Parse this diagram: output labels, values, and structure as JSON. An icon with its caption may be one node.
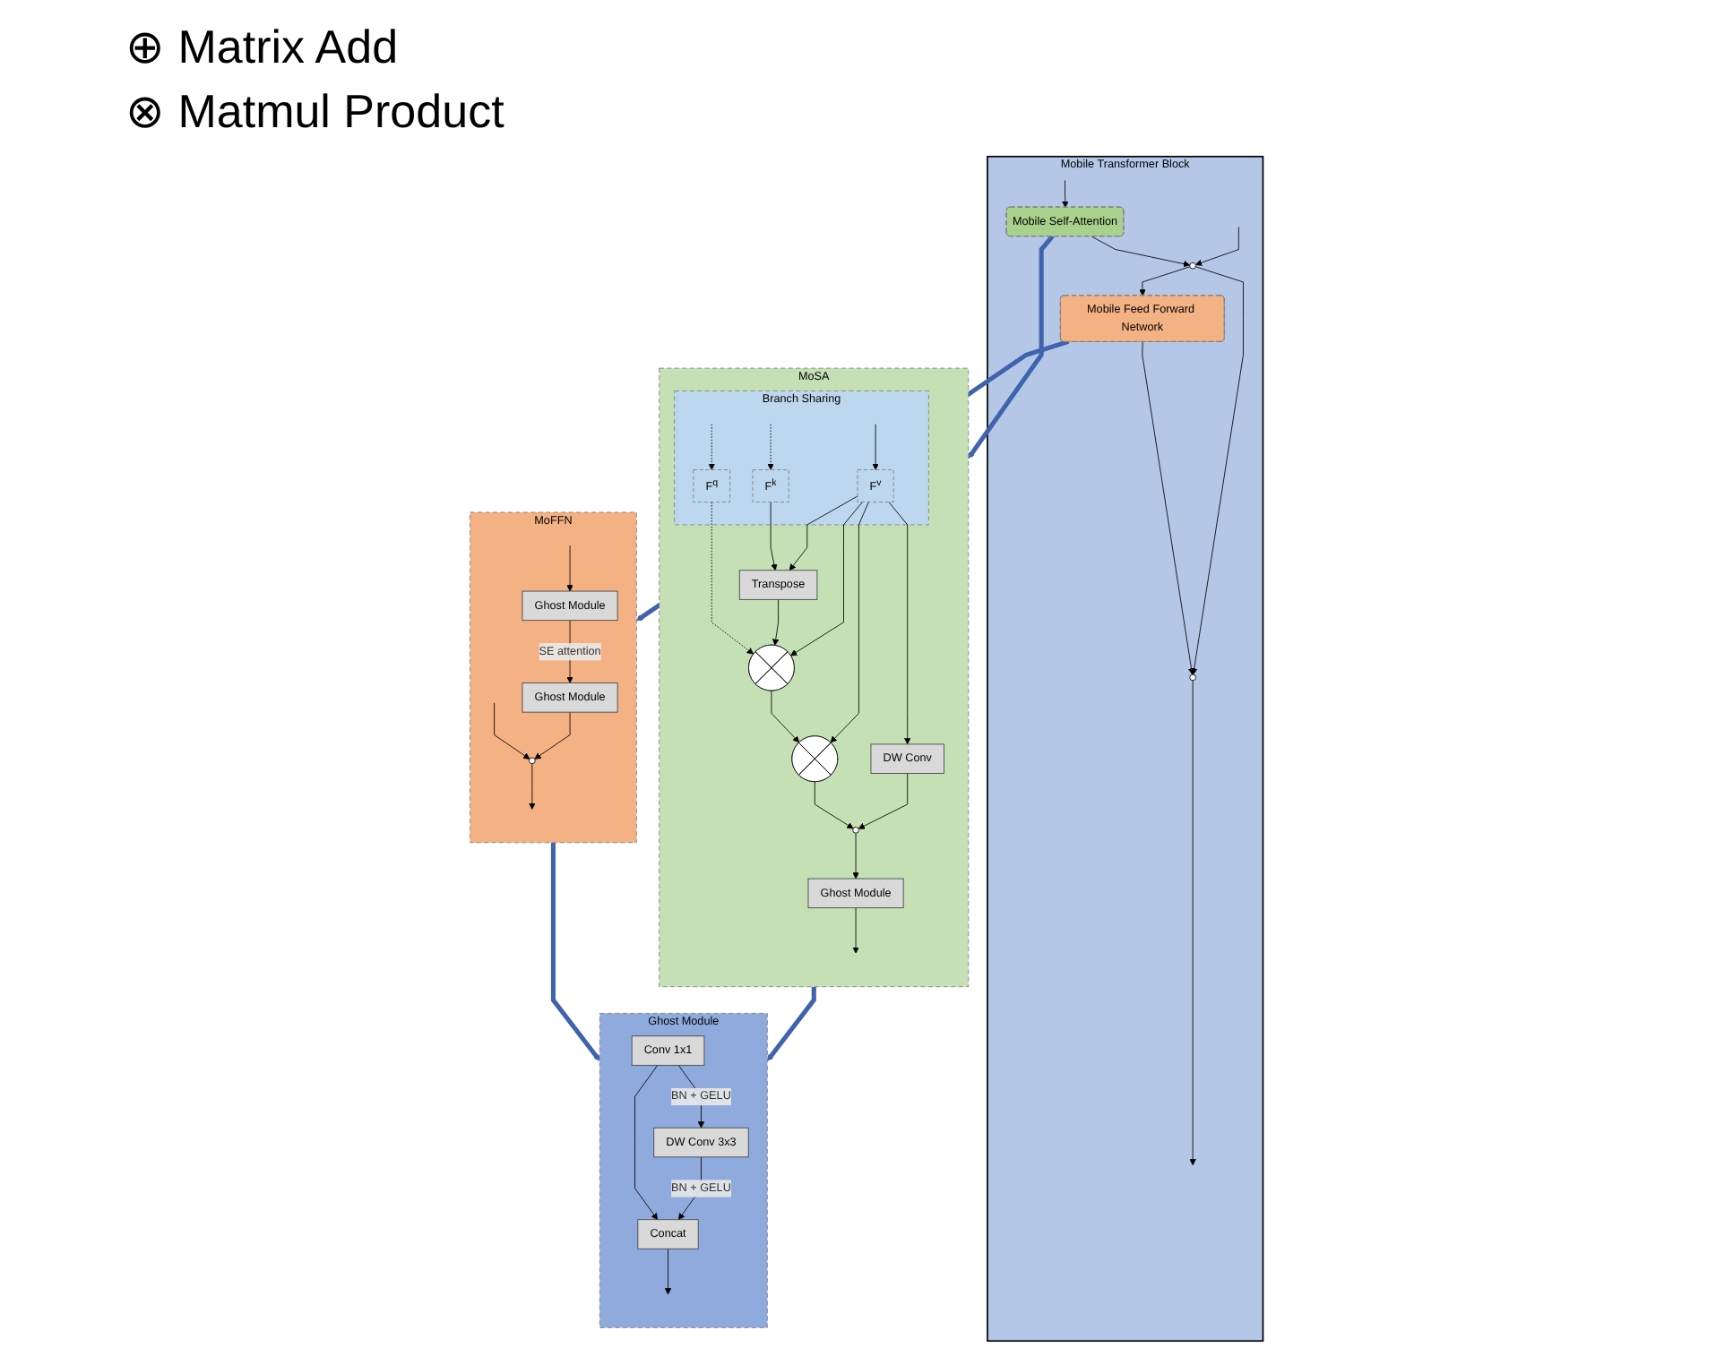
{
  "diagram": {
    "nodes": [
      {
        "text": [
          "Mobile Transformer Block"
        ]
      },
      {
        "text": [
          "Mobile Self-Attention"
        ],
        "in": 0
      },
      {
        "text": [],
        "shape": "circle",
        "in": 0
      },
      {
        "text": [
          "Mobile Feed Forward Network"
        ],
        "in": 0
      },
      {
        "text": [],
        "shape": "circle",
        "in": 0
      },
      {
        "text": [
          "MoSA"
        ]
      },
      {
        "text": [
          "Branch Sharing"
        ],
        "in": 5
      },
      {
        "text": [
          "F$^{q}$"
        ],
        "in": 6
      },
      {
        "text": [
          "F$^{k}$"
        ],
        "in": 6
      },
      {
        "text": [
          "F$^{v}$"
        ],
        "in": 6
      },
      {
        "text": [
          "Transpose"
        ],
        "in": 5
      },
      {
        "text": [],
        "shape": "circle",
        "in": 5
      },
      {
        "text": [],
        "shape": "circle",
        "in": 5
      },
      {
        "text": [
          "DW Conv"
        ],
        "in": 5
      },
      {
        "text": [],
        "shape": "circle",
        "in": 5
      },
      {
        "text": [
          "Ghost Module"
        ],
        "in": 5
      },
      {
        "text": [
          "MoFFN"
        ]
      },
      {
        "text": [
          "Ghost Module"
        ],
        "in": 16
      },
      {
        "text": [
          "Ghost Module"
        ],
        "in": 16
      },
      {
        "text": [],
        "shape": "circle",
        "in": 16
      },
      {
        "text": [
          "Ghost Module"
        ]
      },
      {
        "text": [
          "Conv 1x1"
        ],
        "in": 20
      },
      {
        "text": [
          "DW Conv 3x3"
        ],
        "in": 20
      },
      {
        "text": [
          "Concat"
        ],
        "in": 20
      }
    ],
    "edges": [
      {
        "from": null,
        "to": 1,
        "arrow": "to"
      },
      {
        "from": null,
        "to": 2,
        "arrow": "to"
      },
      {
        "from": 1,
        "to": 2,
        "arrow": "to"
      },
      {
        "from": 2,
        "to": 3,
        "arrow": "to"
      },
      {
        "from": 2,
        "to": 4,
        "arrow": "to"
      },
      {
        "from": 3,
        "to": 4,
        "arrow": "to"
      },
      {
        "from": 4,
        "to": null,
        "arrow": "to"
      },
      {
        "from": 1,
        "to": 5,
        "arrow": "to",
        "style": "thick",
        "color": "#3f63ad"
      },
      {
        "from": 3,
        "to": 16,
        "arrow": "to",
        "style": "thick",
        "color": "#3f63ad"
      },
      {
        "from": 5,
        "to": 20,
        "arrow": "to",
        "style": "thick",
        "color": "#3f63ad"
      },
      {
        "from": 16,
        "to": 20,
        "arrow": "to",
        "style": "thick",
        "color": "#3f63ad"
      },
      {
        "from": null,
        "to": 7,
        "arrow": "to",
        "style": "dashed"
      },
      {
        "from": null,
        "to": 8,
        "arrow": "to",
        "style": "dashed"
      },
      {
        "from": null,
        "to": 9,
        "arrow": "to"
      },
      {
        "from": 7,
        "to": 11,
        "arrow": "to",
        "style": "dashed"
      },
      {
        "from": 8,
        "to": 10,
        "arrow": "to"
      },
      {
        "from": 9,
        "to": 10,
        "arrow": "to"
      },
      {
        "from": 9,
        "to": 11,
        "arrow": "to"
      },
      {
        "from": 9,
        "to": 12,
        "arrow": "to"
      },
      {
        "from": 9,
        "to": 13,
        "arrow": "to"
      },
      {
        "from": 10,
        "to": 11,
        "arrow": "to"
      },
      {
        "from": 11,
        "to": 12,
        "arrow": "to"
      },
      {
        "from": 12,
        "to": 14,
        "arrow": "to"
      },
      {
        "from": 13,
        "to": 14,
        "arrow": "to"
      },
      {
        "from": 14,
        "to": 15,
        "arrow": "to"
      },
      {
        "from": 15,
        "to": null,
        "arrow": "to"
      },
      {
        "from": null,
        "to": 17,
        "arrow": "to"
      },
      {
        "from": null,
        "to": 19,
        "arrow": "to"
      },
      {
        "from": 17,
        "to": 18,
        "label": "SE attention",
        "arrow": "to"
      },
      {
        "from": 18,
        "to": 19,
        "arrow": "to"
      },
      {
        "from": 19,
        "to": null,
        "arrow": "to"
      },
      {
        "from": 21,
        "to": 22,
        "label": "BN + GELU",
        "arrow": "to"
      },
      {
        "from": 21,
        "to": 23,
        "arrow": "to"
      },
      {
        "from": 22,
        "to": 23,
        "label": "BN + GELU",
        "arrow": "to"
      },
      {
        "from": 23,
        "to": null,
        "arrow": "to"
      }
    ],
    "legend": [
      {
        "text": "⊕ Matrix Add"
      },
      {
        "text": "⊗ Matmul Product"
      }
    ]
  }
}
